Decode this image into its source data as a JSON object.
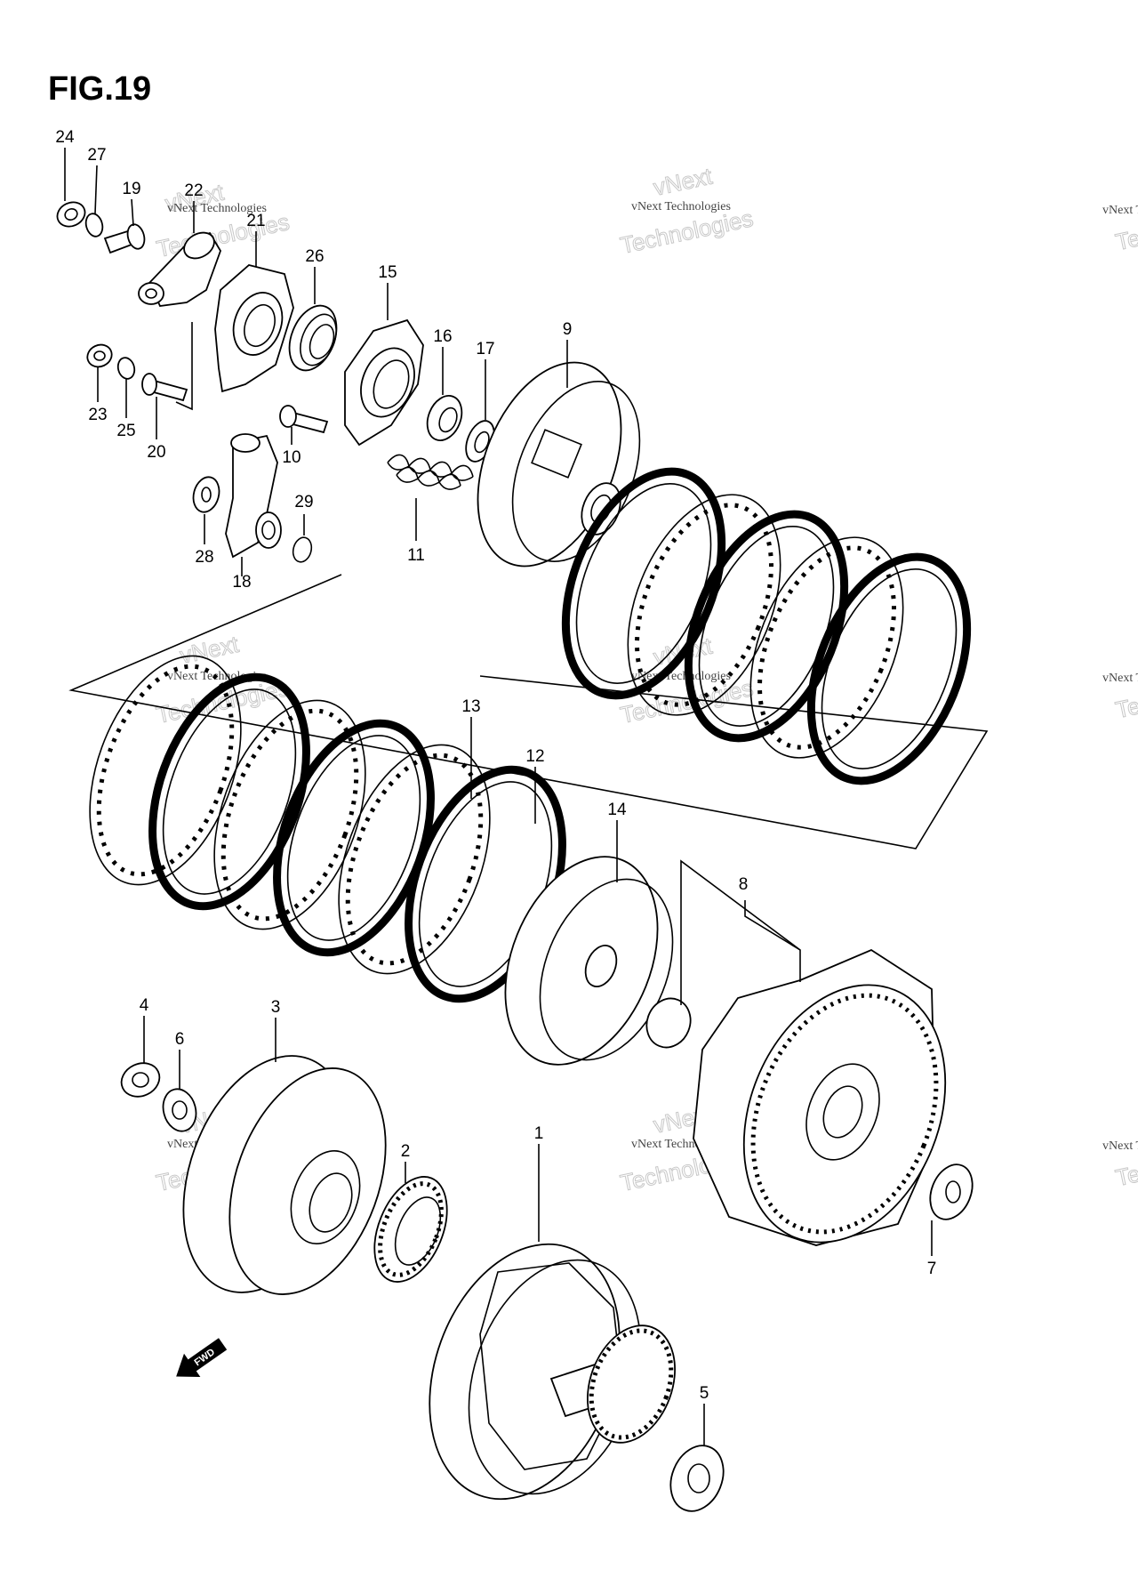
{
  "figure": {
    "title": "FIG.19"
  },
  "parts": [
    {
      "id": "p24",
      "number": "24"
    },
    {
      "id": "p27",
      "number": "27"
    },
    {
      "id": "p19",
      "number": "19"
    },
    {
      "id": "p22",
      "number": "22"
    },
    {
      "id": "p21",
      "number": "21"
    },
    {
      "id": "p26",
      "number": "26"
    },
    {
      "id": "p15",
      "number": "15"
    },
    {
      "id": "p16",
      "number": "16"
    },
    {
      "id": "p17",
      "number": "17"
    },
    {
      "id": "p9",
      "number": "9"
    },
    {
      "id": "p23",
      "number": "23"
    },
    {
      "id": "p25",
      "number": "25"
    },
    {
      "id": "p20",
      "number": "20"
    },
    {
      "id": "p10",
      "number": "10"
    },
    {
      "id": "p29",
      "number": "29"
    },
    {
      "id": "p28",
      "number": "28"
    },
    {
      "id": "p18",
      "number": "18"
    },
    {
      "id": "p11",
      "number": "11"
    },
    {
      "id": "p13",
      "number": "13"
    },
    {
      "id": "p12",
      "number": "12"
    },
    {
      "id": "p14",
      "number": "14"
    },
    {
      "id": "p8",
      "number": "8"
    },
    {
      "id": "p4",
      "number": "4"
    },
    {
      "id": "p6",
      "number": "6"
    },
    {
      "id": "p3",
      "number": "3"
    },
    {
      "id": "p2",
      "number": "2"
    },
    {
      "id": "p1",
      "number": "1"
    },
    {
      "id": "p7",
      "number": "7"
    },
    {
      "id": "p5",
      "number": "5"
    }
  ],
  "direction_marker": {
    "label": "FWD"
  },
  "watermark": {
    "line1": "vNext Technologies",
    "line2": "Technologies",
    "line3": "vNext"
  }
}
